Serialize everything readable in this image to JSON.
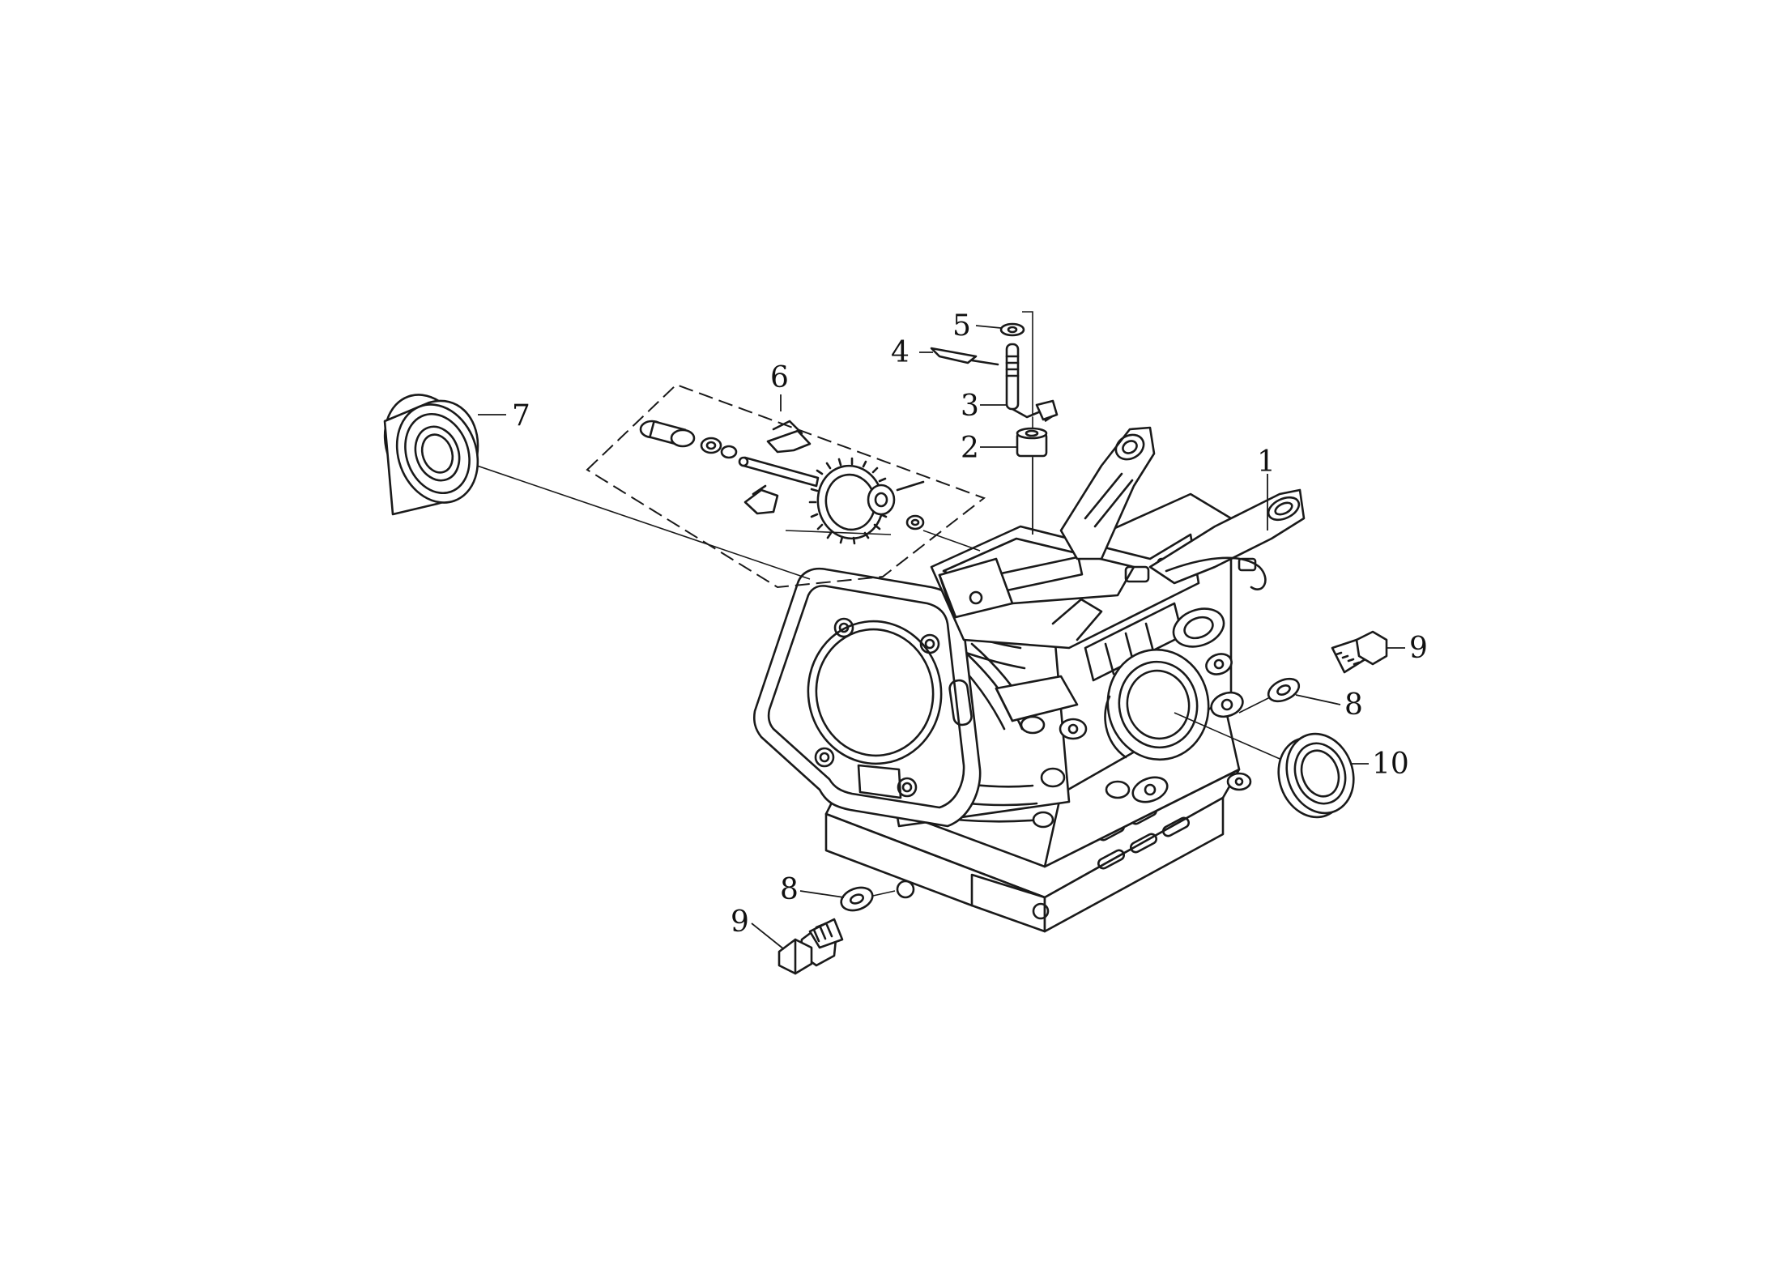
{
  "diagram": {
    "type": "exploded-parts-diagram",
    "callouts": [
      {
        "id": "c1",
        "label": "1"
      },
      {
        "id": "c2",
        "label": "2"
      },
      {
        "id": "c3",
        "label": "3"
      },
      {
        "id": "c4",
        "label": "4"
      },
      {
        "id": "c5",
        "label": "5"
      },
      {
        "id": "c6",
        "label": "6"
      },
      {
        "id": "c7",
        "label": "7"
      },
      {
        "id": "c8a",
        "label": "8"
      },
      {
        "id": "c8b",
        "label": "8"
      },
      {
        "id": "c9a",
        "label": "9"
      },
      {
        "id": "c9b",
        "label": "9"
      },
      {
        "id": "c10",
        "label": "10"
      }
    ]
  }
}
